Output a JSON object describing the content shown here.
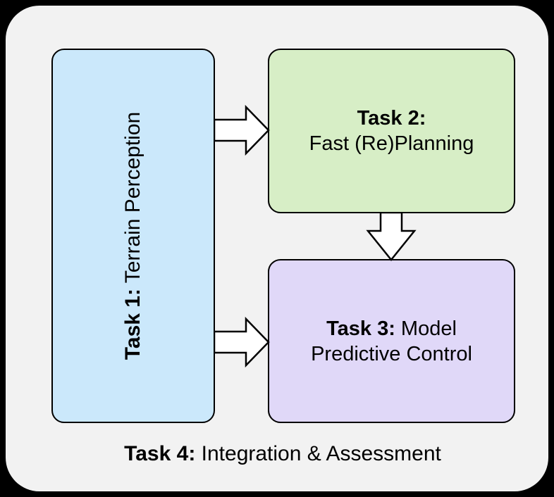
{
  "page": {
    "outer_background": "#000000",
    "panel_background": "#f2f2f2",
    "text_color": "#000000"
  },
  "boxes": {
    "task1": {
      "title": "Task 1:",
      "label": "Terrain Perception",
      "fill": "#cbe8fb",
      "border": "#000000"
    },
    "task2": {
      "title": "Task 2:",
      "label": "Fast (Re)Planning",
      "fill": "#d7eec6",
      "border": "#000000"
    },
    "task3": {
      "title": "Task 3:",
      "label": "Model Predictive Control",
      "fill": "#e0d8f8",
      "border": "#000000"
    }
  },
  "caption": {
    "title": "Task 4:",
    "label": "Integration & Assessment"
  },
  "arrows": {
    "fill": "#ffffff",
    "stroke": "#000000",
    "task1_to_task2": "right-arrow",
    "task2_to_task3": "down-arrow",
    "task1_to_task3": "right-arrow"
  }
}
